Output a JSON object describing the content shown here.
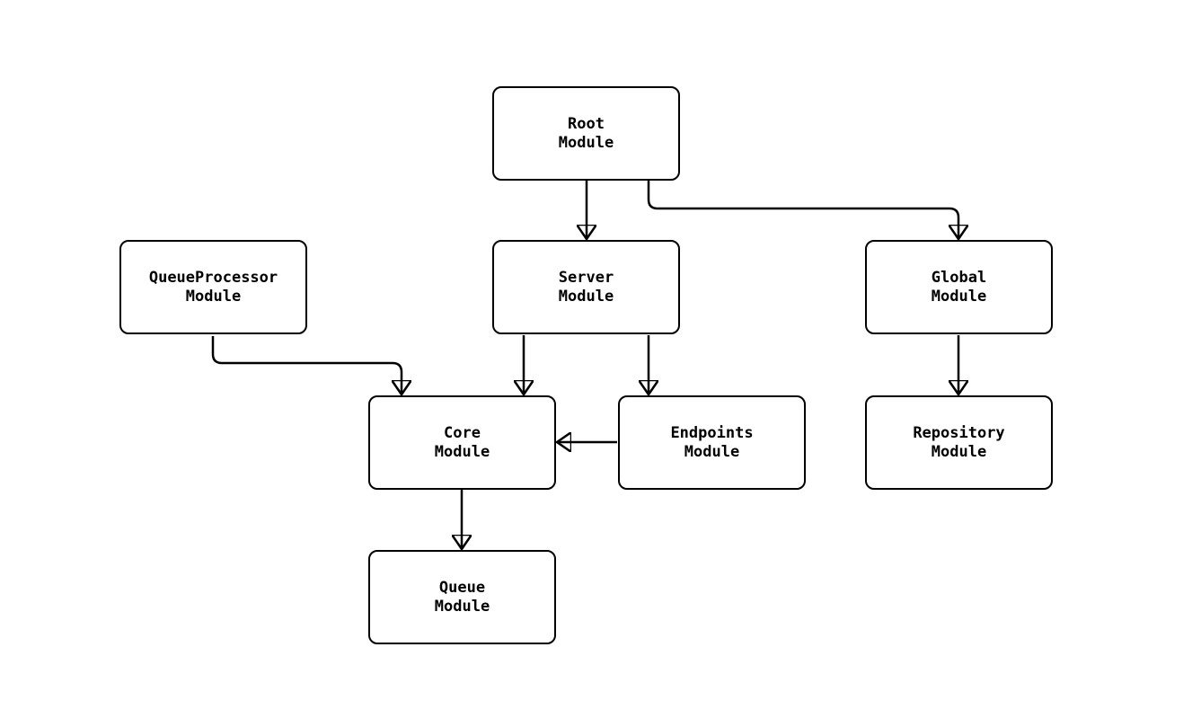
{
  "diagram": {
    "background_color": "#ffffff",
    "line_color": "#000000",
    "node_fill_color": "#ffffff",
    "text_color": "#000000",
    "nodes": {
      "root": {
        "label": "Root\nModule"
      },
      "queueprocessor": {
        "label": "QueueProcessor\nModule"
      },
      "server": {
        "label": "Server\nModule"
      },
      "global": {
        "label": "Global\nModule"
      },
      "core": {
        "label": "Core\nModule"
      },
      "endpoints": {
        "label": "Endpoints\nModule"
      },
      "repository": {
        "label": "Repository\nModule"
      },
      "queue": {
        "label": "Queue\nModule"
      }
    },
    "edges": [
      {
        "from": "Root Module",
        "to": "Server Module"
      },
      {
        "from": "Root Module",
        "to": "Global Module"
      },
      {
        "from": "QueueProcessor Module",
        "to": "Core Module"
      },
      {
        "from": "Server Module",
        "to": "Core Module"
      },
      {
        "from": "Server Module",
        "to": "Endpoints Module"
      },
      {
        "from": "Endpoints Module",
        "to": "Core Module"
      },
      {
        "from": "Global Module",
        "to": "Repository Module"
      },
      {
        "from": "Core Module",
        "to": "Queue Module"
      }
    ]
  }
}
